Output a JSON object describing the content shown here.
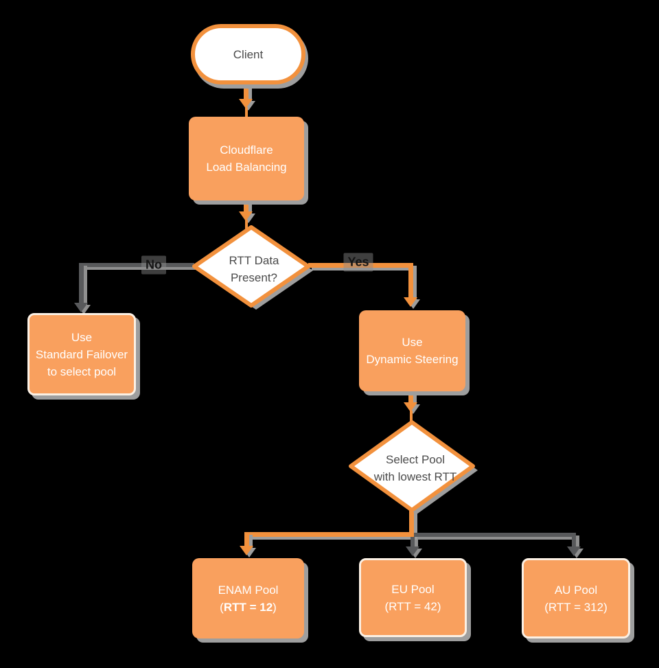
{
  "colors": {
    "bg": "#000000",
    "orange_fill": "#F9A05E",
    "orange_stroke": "#F2913D",
    "gray_line": "#58595B",
    "shadow_gray": "#9E9E9E",
    "shadow_soft": "#8F8F8F",
    "border_cream": "#FBF0E4",
    "text_dark": "#4A4A4A",
    "text_white": "#FFFFFF"
  },
  "nodes": {
    "client": {
      "label": "Client"
    },
    "cloudflare": {
      "label": "Cloudflare\nLoad Balancing"
    },
    "rtt_question": {
      "label": "RTT Data\nPresent?"
    },
    "standard_failover": {
      "label": "Use\nStandard Failover\nto select pool"
    },
    "dynamic_steering": {
      "label": "Use\nDynamic Steering"
    },
    "select_pool": {
      "label": "Select Pool\nwith lowest RTT"
    },
    "enam_pool": {
      "line1": "ENAM Pool",
      "paren_open": "(",
      "rtt_bold": "RTT = 12",
      "paren_close": ")"
    },
    "eu_pool": {
      "label": "EU Pool\n(RTT = 42)"
    },
    "au_pool": {
      "label": "AU Pool\n(RTT = 312)"
    }
  },
  "edges": {
    "no_label": "No",
    "yes_label": "Yes"
  }
}
